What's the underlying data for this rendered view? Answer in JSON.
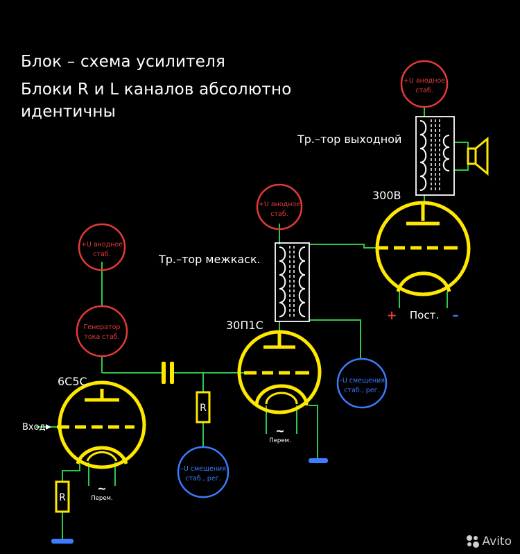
{
  "title": {
    "line1": "Блок – схема усилителя",
    "line2": "Блоки R и L каналов абсолютно",
    "line3": "идентичны"
  },
  "tubes": {
    "t1": "6С5С",
    "t2": "30П1С",
    "t3": "300В"
  },
  "supplies": {
    "anode_line1": "+U анодное",
    "anode_line2": "стаб.",
    "gen_line1": "Генератор",
    "gen_line2": "тока стаб.",
    "bias_line1": "–U смещения",
    "bias_line2": "стаб., рег."
  },
  "transformers": {
    "interstage": "Тр.–тор межкаск.",
    "output": "Тр.–тор выходной"
  },
  "labels": {
    "input": "Вход",
    "resistor": "R",
    "heater": "Перем.",
    "heater_symbol": "~",
    "dc": "Пост.",
    "plus": "+",
    "minus": "–"
  },
  "colors": {
    "tube": "#ffe800",
    "wire": "#2fc84a",
    "anode": "#e53a3a",
    "bias": "#3d7bff",
    "transformer": "#ffffff"
  },
  "watermark": "Avito"
}
